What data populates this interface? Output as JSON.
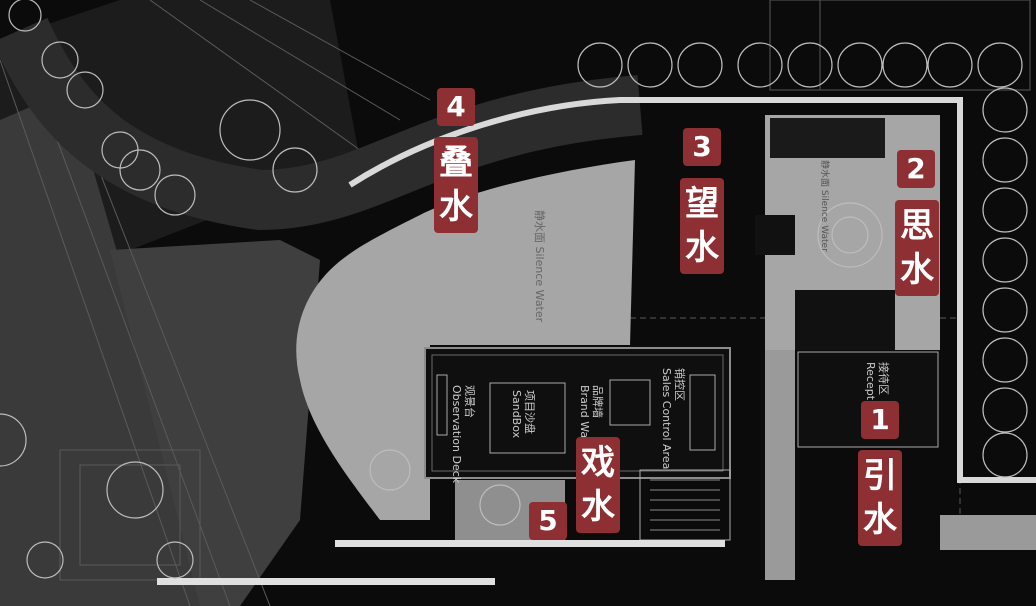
{
  "zones": [
    {
      "id": "4",
      "name": [
        "叠",
        "水"
      ]
    },
    {
      "id": "3",
      "name": [
        "望",
        "水"
      ]
    },
    {
      "id": "2",
      "name": [
        "思",
        "水"
      ]
    },
    {
      "id": "1",
      "name": [
        "引",
        "水"
      ]
    },
    {
      "id": "5",
      "name": [
        "戏",
        "水"
      ]
    }
  ],
  "plan_labels": {
    "silence_water_cn": "静水面",
    "silence_water_en": "Silence Water",
    "observation_cn": "观景台",
    "observation_en": "Observation Deck",
    "sandbox_cn": "项目沙盘",
    "sandbox_en": "SandBox",
    "brand_cn": "品牌墙",
    "brand_en": "Brand Wall",
    "sales_cn": "销控区",
    "sales_en": "Sales Control Area",
    "reception_cn": "接待区",
    "reception_en": "Reception"
  },
  "colors": {
    "badge": "#8e2f33",
    "water": "#a6a6a6",
    "background": "#0b0b0b",
    "linework": "#5a5a5a"
  }
}
